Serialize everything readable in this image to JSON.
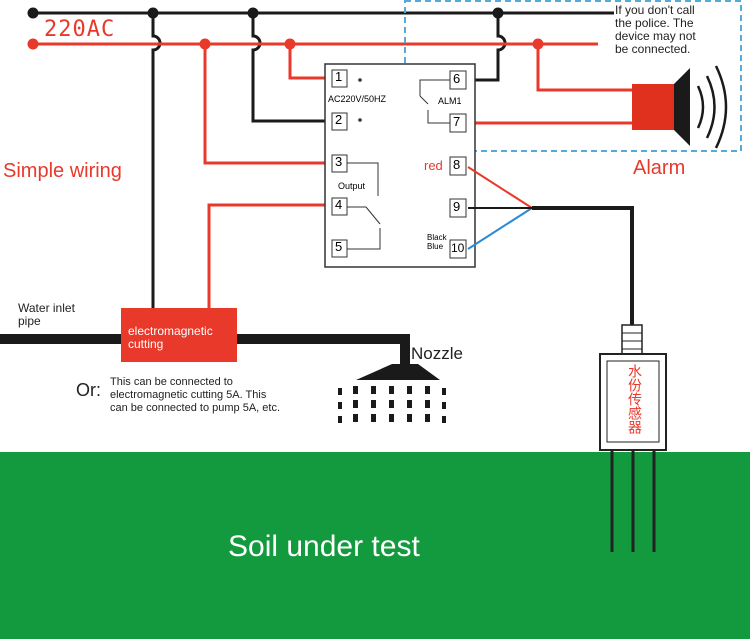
{
  "supply_label": "220AC",
  "simple_wiring": "Simple wiring",
  "controller": {
    "rating": "AC220V/50HZ",
    "alarm_contact": "ALM1",
    "output_label": "Output",
    "terminals": [
      "1",
      "2",
      "3",
      "4",
      "5",
      "6",
      "7",
      "8",
      "9",
      "10"
    ],
    "red_label": "red",
    "black_label": "Black",
    "blue_label": "Blue"
  },
  "alarm_note": [
    "If you don't call",
    "the police. The",
    "device may not",
    "be connected."
  ],
  "alarm_label": "Alarm",
  "water_inlet": [
    "Water inlet",
    "pipe"
  ],
  "valve_label": [
    "electromagnetic",
    "cutting"
  ],
  "or_label": "Or:",
  "or_note": [
    "This can be connected to",
    "electromagnetic cutting 5A. This",
    "can be connected to pump 5A, etc."
  ],
  "nozzle_label": "Nozzle",
  "sensor_label": "水份传感器",
  "soil_label": "Soil under test",
  "colors": {
    "live_red": "#e8392b",
    "neutral_black": "#1a1a1a",
    "soil_green": "#139a3e",
    "alarm_red": "#e0301e",
    "dash_blue": "#56a9d8",
    "probe_blue": "#2a8ad4"
  }
}
